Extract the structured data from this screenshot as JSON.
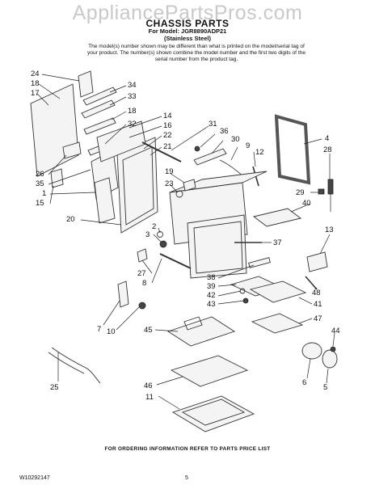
{
  "watermark": "AppliancePartsPros.com",
  "header": {
    "title": "CHASSIS PARTS",
    "model": "For Model: JGR8890ADP21",
    "material": "(Stainless Steel)",
    "note": "The model(s) number shown may be different than what is printed on the model/serial tag of your product. The number(s) shown combine the model number and the first two digits of the serial number from the product tag."
  },
  "callouts": [
    {
      "id": "c24",
      "label": "24"
    },
    {
      "id": "c18a",
      "label": "18"
    },
    {
      "id": "c17",
      "label": "17"
    },
    {
      "id": "c34",
      "label": "34"
    },
    {
      "id": "c33",
      "label": "33"
    },
    {
      "id": "c18b",
      "label": "18"
    },
    {
      "id": "c32",
      "label": "32"
    },
    {
      "id": "c14",
      "label": "14"
    },
    {
      "id": "c16",
      "label": "16"
    },
    {
      "id": "c22",
      "label": "22"
    },
    {
      "id": "c21",
      "label": "21"
    },
    {
      "id": "c31",
      "label": "31"
    },
    {
      "id": "c36",
      "label": "36"
    },
    {
      "id": "c30",
      "label": "30"
    },
    {
      "id": "c9",
      "label": "9"
    },
    {
      "id": "c12",
      "label": "12"
    },
    {
      "id": "c4",
      "label": "4"
    },
    {
      "id": "c28",
      "label": "28"
    },
    {
      "id": "c26",
      "label": "26"
    },
    {
      "id": "c35",
      "label": "35"
    },
    {
      "id": "c1",
      "label": "1"
    },
    {
      "id": "c15",
      "label": "15"
    },
    {
      "id": "c19",
      "label": "19"
    },
    {
      "id": "c23",
      "label": "23"
    },
    {
      "id": "c29",
      "label": "29"
    },
    {
      "id": "c40",
      "label": "40"
    },
    {
      "id": "c20",
      "label": "20"
    },
    {
      "id": "c2",
      "label": "2"
    },
    {
      "id": "c3",
      "label": "3"
    },
    {
      "id": "c37",
      "label": "37"
    },
    {
      "id": "c13",
      "label": "13"
    },
    {
      "id": "c27",
      "label": "27"
    },
    {
      "id": "c8",
      "label": "8"
    },
    {
      "id": "c38",
      "label": "38"
    },
    {
      "id": "c39",
      "label": "39"
    },
    {
      "id": "c42",
      "label": "42"
    },
    {
      "id": "c43",
      "label": "43"
    },
    {
      "id": "c48",
      "label": "48"
    },
    {
      "id": "c41",
      "label": "41"
    },
    {
      "id": "c47",
      "label": "47"
    },
    {
      "id": "c7",
      "label": "7"
    },
    {
      "id": "c10",
      "label": "10"
    },
    {
      "id": "c45",
      "label": "45"
    },
    {
      "id": "c44",
      "label": "44"
    },
    {
      "id": "c25",
      "label": "25"
    },
    {
      "id": "c46",
      "label": "46"
    },
    {
      "id": "c6",
      "label": "6"
    },
    {
      "id": "c5",
      "label": "5"
    },
    {
      "id": "c11",
      "label": "11"
    }
  ],
  "footer": {
    "ordering_info": "FOR ORDERING INFORMATION REFER TO PARTS PRICE LIST",
    "doc_id": "W10292147",
    "page_number": "5"
  }
}
